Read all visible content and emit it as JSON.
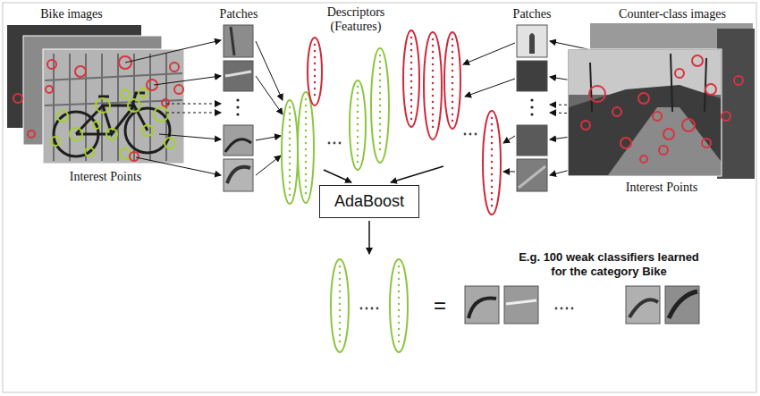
{
  "diagram": {
    "nodes": [
      {
        "text": [
          "AdaBoost"
        ]
      }
    ],
    "labels": [
      "Bike images",
      "Patches",
      "Descriptors (Features)",
      "Patches",
      "Counter-class images",
      "Interest Points",
      "Interest Points",
      "=",
      "E.g. 100 weak classifiers learned for the category Bike"
    ]
  }
}
